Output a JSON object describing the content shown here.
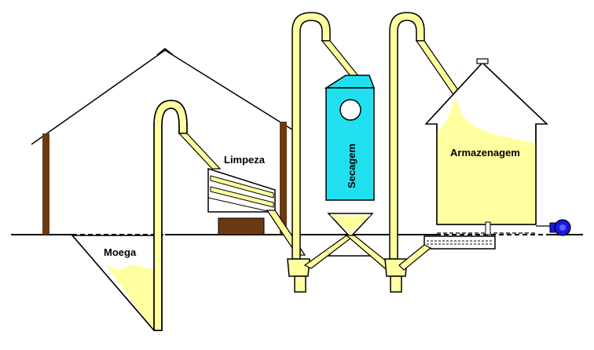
{
  "labels": {
    "moega": "Moega",
    "limpeza": "Limpeza",
    "secagem": "Secagem",
    "armazenagem": "Armazenagem"
  },
  "colors": {
    "grain": "#FFFFA0",
    "dryer": "#20E0F0",
    "wood": "#6B3A12",
    "outline": "#000000",
    "fan": "#1818E0",
    "background": "#FFFFFF"
  },
  "icons": {
    "fan": "blower-fan-icon",
    "vent": "roof-vent-icon"
  }
}
